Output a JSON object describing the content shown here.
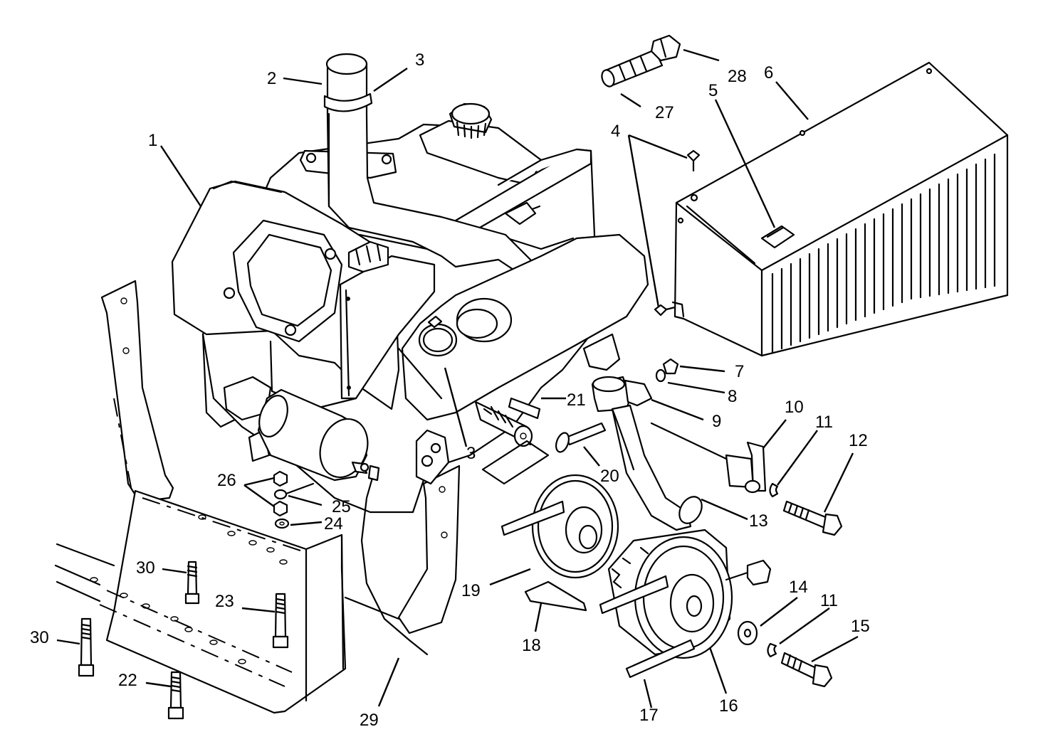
{
  "callouts": {
    "c1": "1",
    "c2": "2",
    "c3a": "3",
    "c3b": "3",
    "c4": "4",
    "c5": "5",
    "c6": "6",
    "c7": "7",
    "c8": "8",
    "c9": "9",
    "c10": "10",
    "c11a": "11",
    "c11b": "11",
    "c12": "12",
    "c13": "13",
    "c14": "14",
    "c15": "15",
    "c16": "16",
    "c17": "17",
    "c18": "18",
    "c19": "19",
    "c20": "20",
    "c21": "21",
    "c22": "22",
    "c23": "23",
    "c24": "24",
    "c25": "25",
    "c26": "26",
    "c27": "27",
    "c28": "28",
    "c29": "29",
    "c30a": "30",
    "c30b": "30"
  },
  "colors": {
    "ink": "#000000",
    "paper": "#ffffff"
  }
}
